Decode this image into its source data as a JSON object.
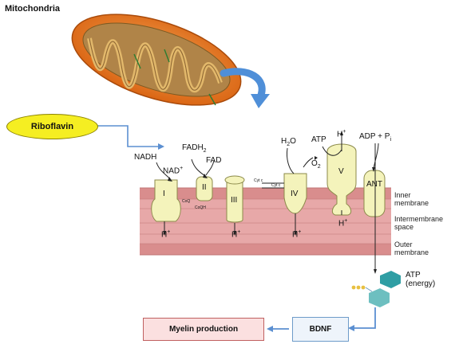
{
  "title": "Mitochondria",
  "riboflavin": "Riboflavin",
  "molecules": {
    "nadh": "NADH",
    "nad": "NAD",
    "nad_sup": "+",
    "fadh2": "FADH",
    "fadh2_sub": "2",
    "fad": "FAD",
    "h2o": "H",
    "h2o_sub": "2",
    "h2o_tail": "O",
    "o2": "O",
    "o2_sub": "2",
    "atp": "ATP",
    "h_plus_top": "H",
    "h_plus_sup": "+",
    "adp_pi": "ADP + P",
    "adp_pi_sub": "i",
    "cyt_c": "Cyt c",
    "coq": "CoQ",
    "coqh2": "CoQH"
  },
  "complexes": [
    "I",
    "II",
    "III",
    "IV",
    "V",
    "ANT"
  ],
  "proton_labels": [
    "H",
    "H",
    "H",
    "H",
    "H"
  ],
  "proton_sup": "+",
  "membranes": {
    "inner": [
      "Inner",
      "membrane"
    ],
    "intermembrane": [
      "Intermembrane",
      "space"
    ],
    "outer": [
      "Outer",
      "membrane"
    ]
  },
  "atp_energy": [
    "ATP",
    "(energy)"
  ],
  "bdnf": "BDNF",
  "myelin": "Myelin production",
  "colors": {
    "membrane": "#e7a8a8",
    "membrane_line": "#c98585",
    "complex_fill": "#f4f3bb",
    "complex_stroke": "#8b8a4a",
    "flow_arrow": "#5b8fd1",
    "riboflavin": "#f5ee22",
    "mito_outer": "#e97f1c",
    "mito_cristae": "#c8964a",
    "atp_molecule": "#2f9ea4"
  }
}
